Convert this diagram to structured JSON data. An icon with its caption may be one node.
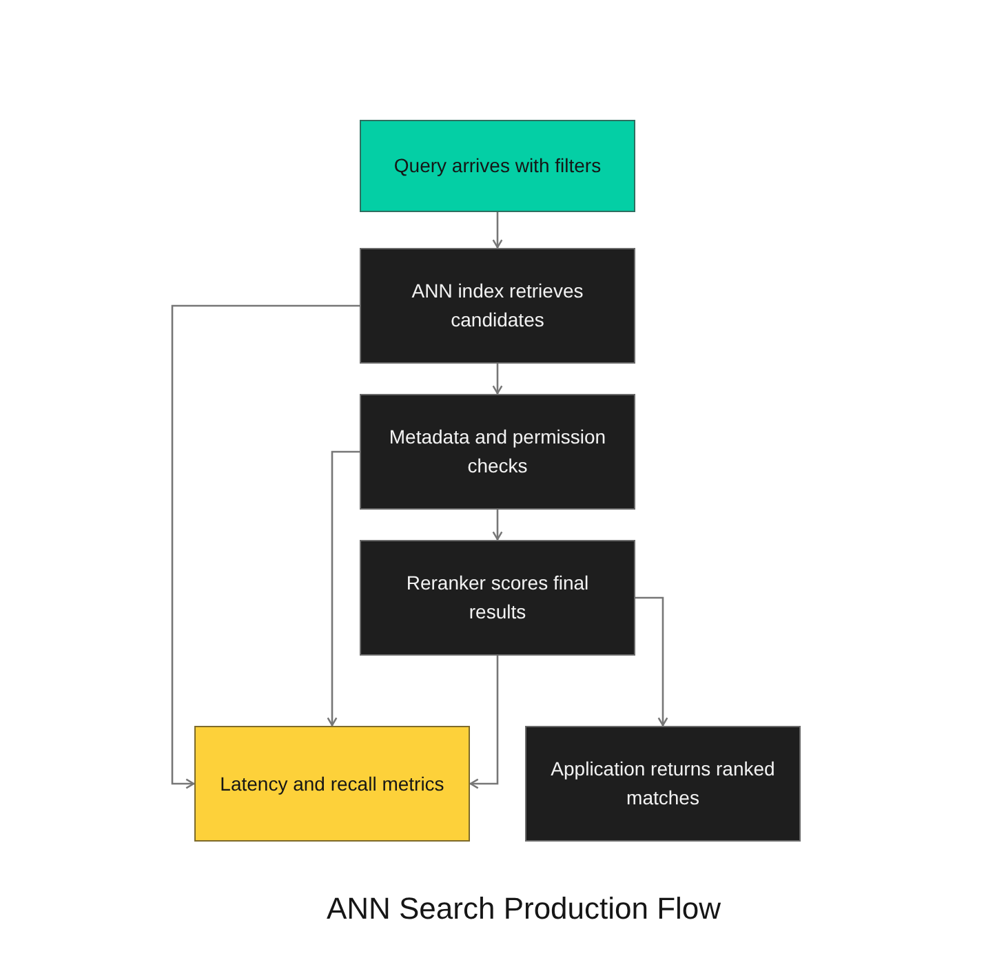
{
  "diagram": {
    "title": "ANN Search Production Flow",
    "nodes": [
      {
        "text": [
          "Query arrives with filters"
        ]
      },
      {
        "text": [
          "ANN index retrieves candidates"
        ]
      },
      {
        "text": [
          "Metadata and permission checks"
        ]
      },
      {
        "text": [
          "Reranker scores final results"
        ]
      },
      {
        "text": [
          "Latency and recall metrics"
        ]
      },
      {
        "text": [
          "Application returns ranked matches"
        ]
      }
    ],
    "edges": [
      {
        "from": 0,
        "to": 1,
        "arrow": "to"
      },
      {
        "from": 1,
        "to": 2,
        "arrow": "to"
      },
      {
        "from": 2,
        "to": 3,
        "arrow": "to"
      },
      {
        "from": 1,
        "to": 4,
        "arrow": "to"
      },
      {
        "from": 2,
        "to": 4,
        "arrow": "to"
      },
      {
        "from": 3,
        "to": 4,
        "arrow": "to"
      },
      {
        "from": 3,
        "to": 5,
        "arrow": "to"
      }
    ]
  }
}
